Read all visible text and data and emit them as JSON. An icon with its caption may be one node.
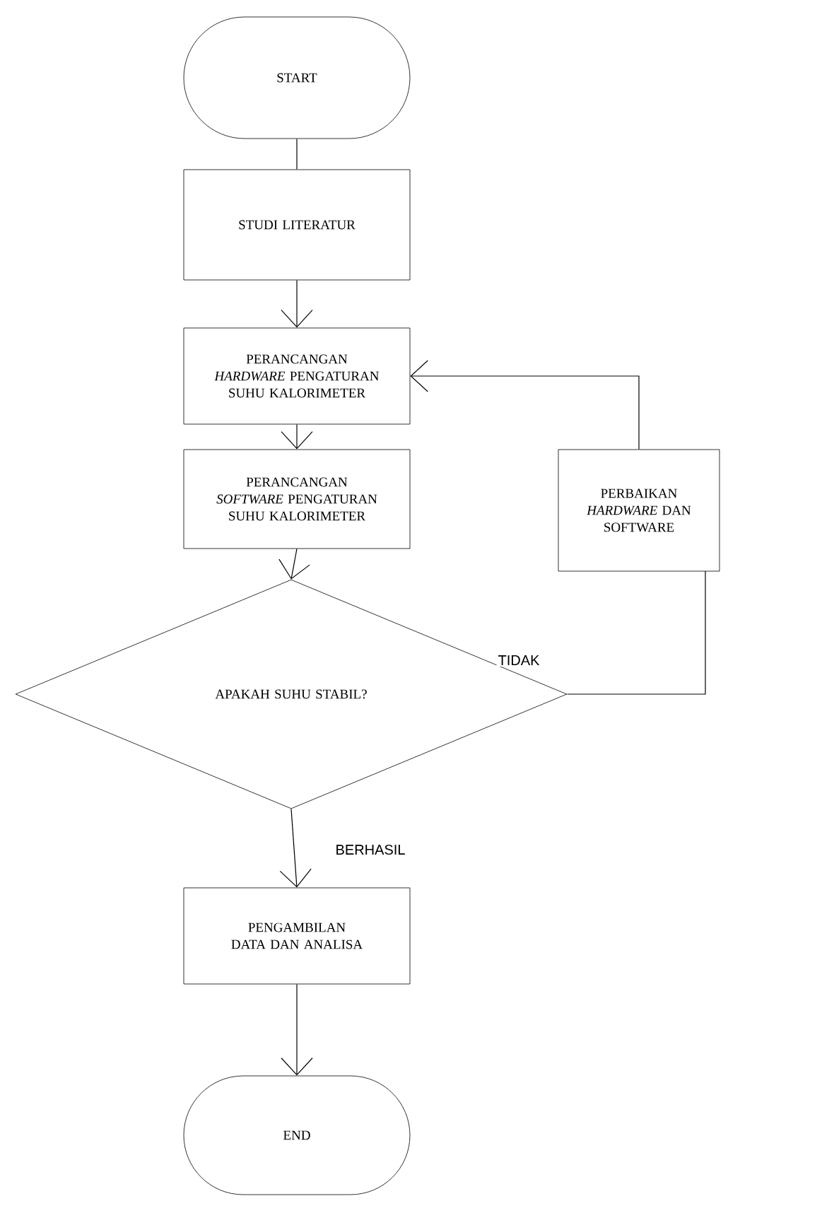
{
  "diagram": {
    "nodes": [
      {
        "text": [
          "START"
        ]
      },
      {
        "text": [
          "STUDI LITERATUR"
        ]
      },
      {
        "text": [
          "PERANCANGAN *HARDWARE* PENGATURAN SUHU KALORIMETER"
        ]
      },
      {
        "text": [
          "PERANCANGAN *SOFTWARE* PENGATURAN SUHU KALORIMETER"
        ]
      },
      {
        "text": [
          "APAKAH SUHU STABIL?"
        ]
      },
      {
        "text": [
          "PERBAIKAN *HARDWARE* DAN SOFTWARE"
        ]
      },
      {
        "text": [
          "PENGAMBILAN DATA DAN ANALISA"
        ]
      },
      {
        "text": [
          "END"
        ]
      }
    ],
    "edges": [
      {
        "from": 0,
        "to": 1,
        "arrow": "none"
      },
      {
        "from": 1,
        "to": 2,
        "arrow": "to"
      },
      {
        "from": 2,
        "to": 3,
        "arrow": "to"
      },
      {
        "from": 3,
        "to": 4,
        "arrow": "to"
      },
      {
        "from": 4,
        "to": 5,
        "arrow": "none",
        "label": "TIDAK"
      },
      {
        "from": 5,
        "to": 2,
        "arrow": "to"
      },
      {
        "from": 4,
        "to": 6,
        "arrow": "to",
        "label": "BERHASIL"
      },
      {
        "from": 6,
        "to": 7,
        "arrow": "to"
      }
    ]
  }
}
